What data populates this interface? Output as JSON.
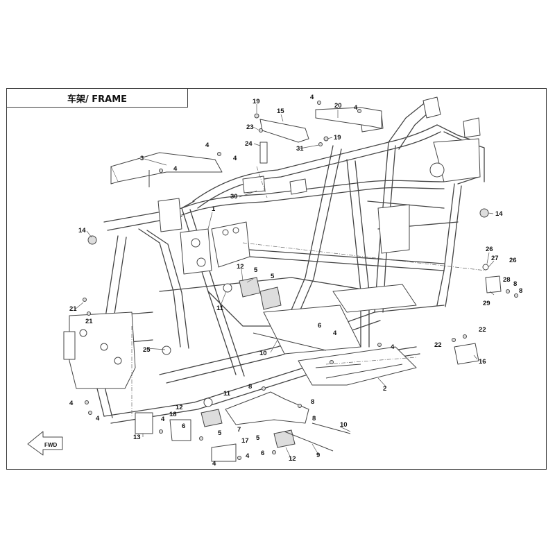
{
  "title": "车架/ FRAME",
  "fwd_label": "FWD",
  "callouts": [
    {
      "id": "c19a",
      "label": "19"
    },
    {
      "id": "c4a",
      "label": "4"
    },
    {
      "id": "c20",
      "label": "20"
    },
    {
      "id": "c4b",
      "label": "4"
    },
    {
      "id": "c15",
      "label": "15"
    },
    {
      "id": "c23",
      "label": "23"
    },
    {
      "id": "c19b",
      "label": "19"
    },
    {
      "id": "c24",
      "label": "24"
    },
    {
      "id": "c31",
      "label": "31"
    },
    {
      "id": "c4c",
      "label": "4"
    },
    {
      "id": "c3",
      "label": "3"
    },
    {
      "id": "c4d",
      "label": "4"
    },
    {
      "id": "c4e",
      "label": "4"
    },
    {
      "id": "c30",
      "label": "30"
    },
    {
      "id": "c1",
      "label": "1"
    },
    {
      "id": "c14a",
      "label": "14"
    },
    {
      "id": "c14b",
      "label": "14"
    },
    {
      "id": "c12a",
      "label": "12"
    },
    {
      "id": "c5a",
      "label": "5"
    },
    {
      "id": "c5b",
      "label": "5"
    },
    {
      "id": "c11a",
      "label": "11"
    },
    {
      "id": "c21a",
      "label": "21"
    },
    {
      "id": "c21b",
      "label": "21"
    },
    {
      "id": "c26a",
      "label": "26"
    },
    {
      "id": "c27",
      "label": "27"
    },
    {
      "id": "c26b",
      "label": "26"
    },
    {
      "id": "c28",
      "label": "28"
    },
    {
      "id": "c8a",
      "label": "8"
    },
    {
      "id": "c8b",
      "label": "8"
    },
    {
      "id": "c29",
      "label": "29"
    },
    {
      "id": "c6a",
      "label": "6"
    },
    {
      "id": "c4f",
      "label": "4"
    },
    {
      "id": "c10a",
      "label": "10"
    },
    {
      "id": "c25",
      "label": "25"
    },
    {
      "id": "c4g",
      "label": "4"
    },
    {
      "id": "c2",
      "label": "2"
    },
    {
      "id": "c22a",
      "label": "22"
    },
    {
      "id": "c22b",
      "label": "22"
    },
    {
      "id": "c16",
      "label": "16"
    },
    {
      "id": "c8c",
      "label": "8"
    },
    {
      "id": "c11b",
      "label": "11"
    },
    {
      "id": "c12b",
      "label": "12"
    },
    {
      "id": "c8d",
      "label": "8"
    },
    {
      "id": "c4h",
      "label": "4"
    },
    {
      "id": "c4i",
      "label": "4"
    },
    {
      "id": "c18",
      "label": "18"
    },
    {
      "id": "c4j",
      "label": "4"
    },
    {
      "id": "c6b",
      "label": "6"
    },
    {
      "id": "c7",
      "label": "7"
    },
    {
      "id": "c8e",
      "label": "8"
    },
    {
      "id": "c10b",
      "label": "10"
    },
    {
      "id": "c13",
      "label": "13"
    },
    {
      "id": "c5c",
      "label": "5"
    },
    {
      "id": "c5d",
      "label": "5"
    },
    {
      "id": "c17",
      "label": "17"
    },
    {
      "id": "c4k",
      "label": "4"
    },
    {
      "id": "c4l",
      "label": "4"
    },
    {
      "id": "c6c",
      "label": "6"
    },
    {
      "id": "c12c",
      "label": "12"
    },
    {
      "id": "c9",
      "label": "9"
    }
  ]
}
